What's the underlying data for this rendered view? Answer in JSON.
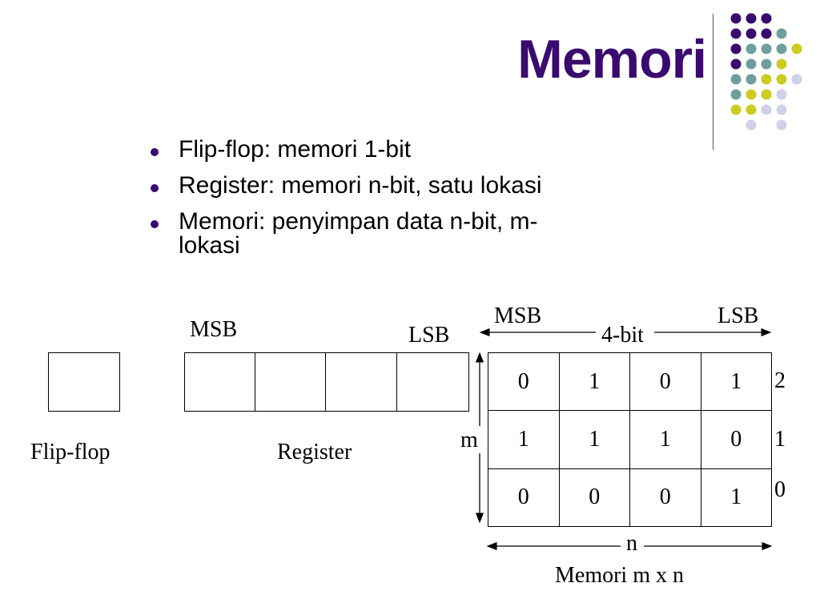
{
  "slide": {
    "title": "Memori",
    "bullets": [
      "Flip-flop: memori 1-bit",
      "Register: memori n-bit, satu lokasi",
      "Memori: penyimpan data n-bit, m-\nlokasi"
    ]
  },
  "diagram": {
    "flipflop": {
      "caption": "Flip-flop"
    },
    "register": {
      "caption": "Register",
      "msb": "MSB",
      "lsb": "LSB",
      "cells": 4
    },
    "memory": {
      "msb": "MSB",
      "lsb": "LSB",
      "width_label": "4-bit",
      "rows_label": "m",
      "cols_label": "n",
      "caption": "Memori m x n",
      "addresses": [
        "2",
        "1",
        "0"
      ],
      "cells": [
        [
          "0",
          "1",
          "0",
          "1"
        ],
        [
          "1",
          "1",
          "1",
          "0"
        ],
        [
          "0",
          "0",
          "0",
          "1"
        ]
      ]
    }
  },
  "colors": {
    "title": "#3a0a6e",
    "dot_purple": "#3a0a6e",
    "dot_teal": "#6e9e9e",
    "dot_yellow": "#cccc22",
    "dot_lavender": "#d0d0e8"
  }
}
